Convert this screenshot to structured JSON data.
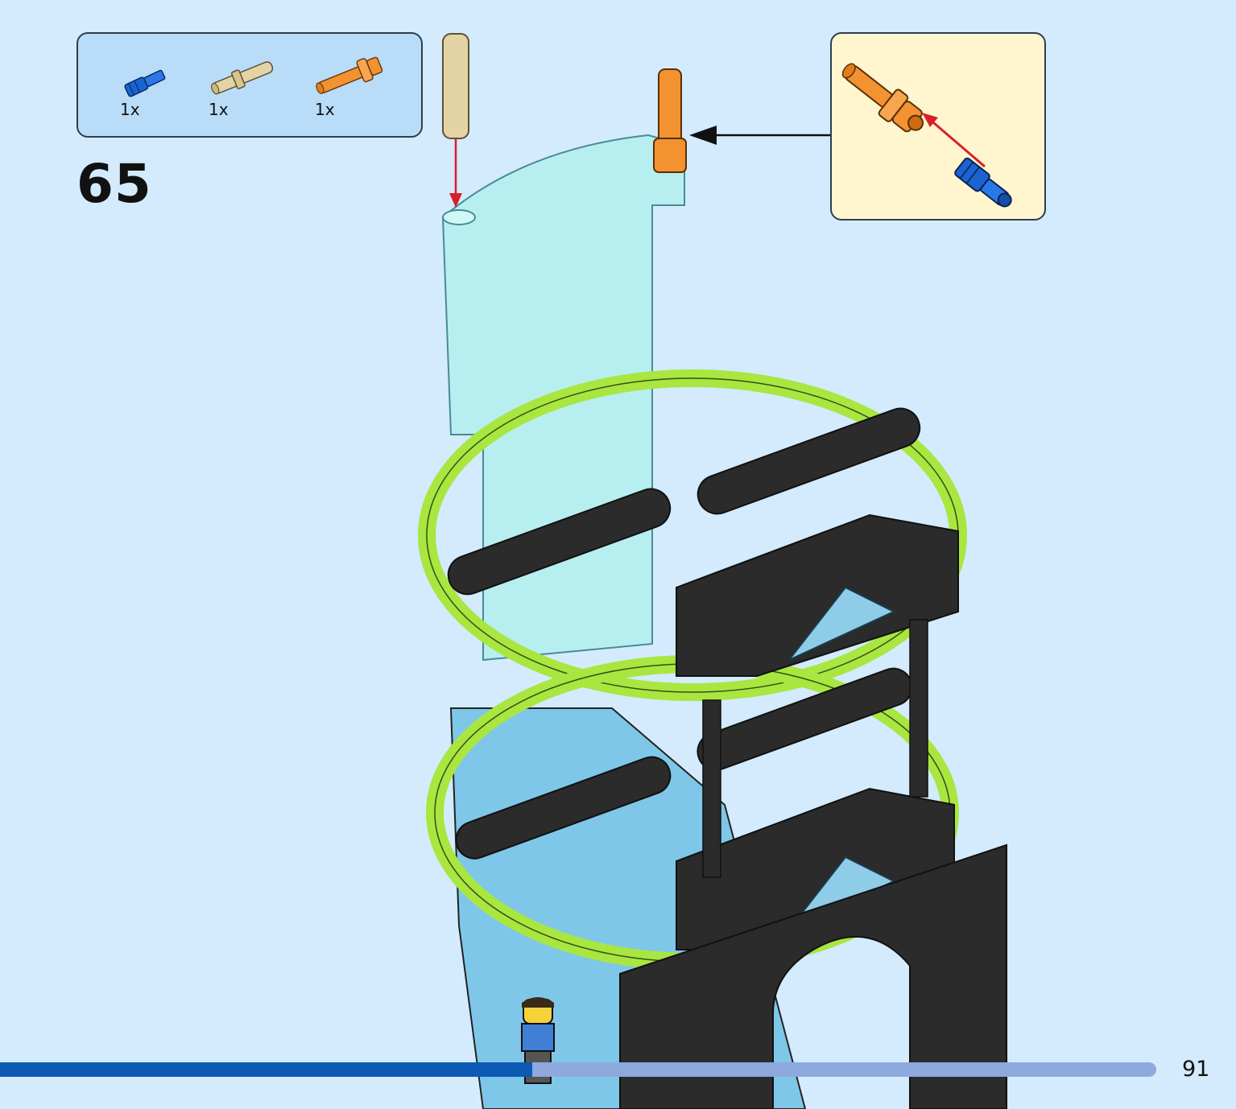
{
  "step": {
    "number": "65"
  },
  "parts": [
    {
      "name": "blue-axle-pin-icon",
      "qty": "1x",
      "color": "#1b63d1"
    },
    {
      "name": "tan-long-pin-icon",
      "qty": "1x",
      "color": "#e4d3a4"
    },
    {
      "name": "orange-pin-with-bush-icon",
      "qty": "1x",
      "color": "#f39231"
    }
  ],
  "page": {
    "number": "91",
    "progress": 0.46
  },
  "colors": {
    "background": "#d3ebfc",
    "parts_box": "#b9dcf8",
    "callout": "#fff6d0",
    "progress_fill": "#0c5ab4",
    "progress_track": "#8da9dd",
    "lime": "#a9e640",
    "black_beam": "#2b2b2b",
    "trans_light_blue": "#aef0ee",
    "arrow_red": "#d7202c"
  }
}
